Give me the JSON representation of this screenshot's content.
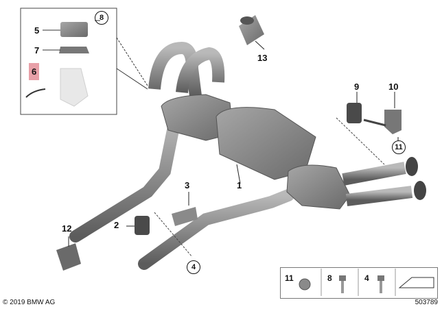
{
  "callouts": {
    "c1": "1",
    "c2": "2",
    "c3": "3",
    "c4": "4",
    "c5": "5",
    "c6": "6",
    "c7": "7",
    "c8": "8",
    "c9": "9",
    "c10": "10",
    "c11": "11",
    "c12": "12",
    "c13": "13"
  },
  "legend": {
    "n11": "11",
    "n8": "8",
    "n4": "4"
  },
  "footer": {
    "copyright": "© 2019 BMW AG",
    "diagram_id": "503789"
  },
  "colors": {
    "highlight": "#e8a0a8",
    "part_fill": "#8d8d8d",
    "part_dark": "#5a5a5a"
  }
}
